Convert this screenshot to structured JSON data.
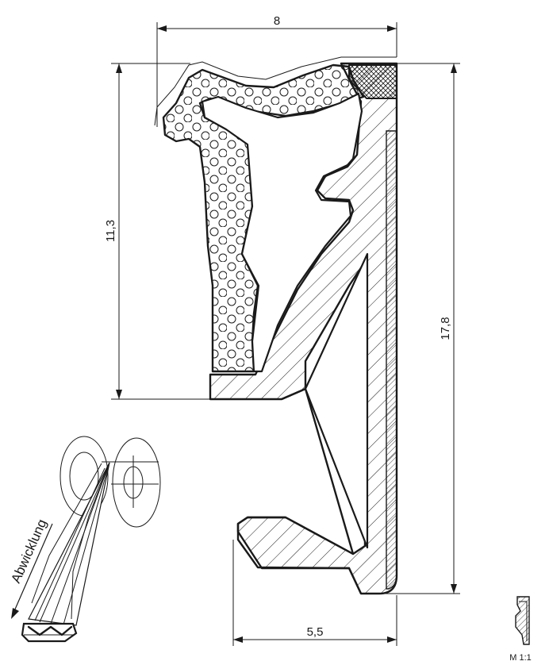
{
  "dimensions": {
    "top_width": "8",
    "left_height": "11,3",
    "right_height": "17,8",
    "bottom_width": "5,5"
  },
  "development_label": "Abwicklung",
  "scale_label": "M 1:1"
}
